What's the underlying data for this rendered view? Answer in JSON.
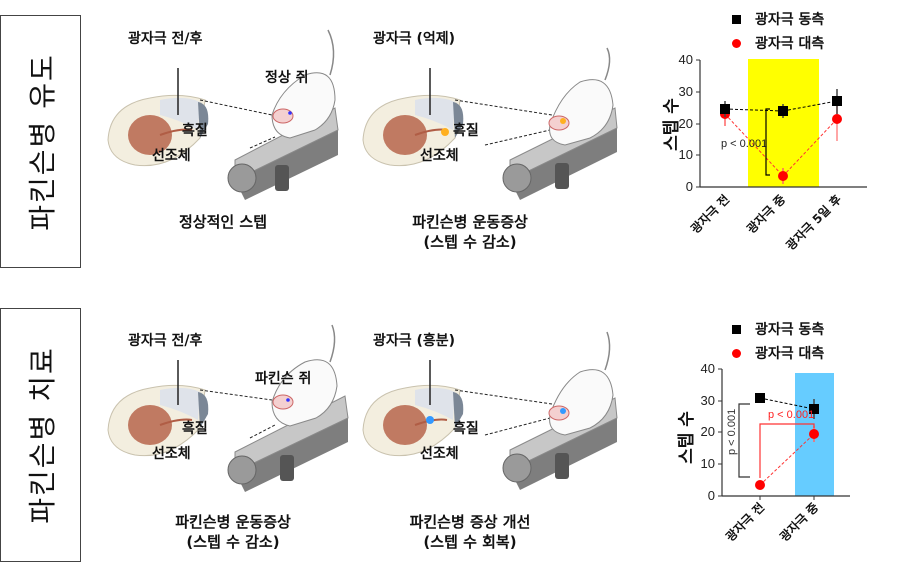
{
  "rows": [
    {
      "label": "파킨슨병 유도",
      "panels": [
        {
          "probe_label": "광자극 전/후",
          "mouse_label": "정상 쥐",
          "region_sn": "흑질",
          "region_str": "선조체",
          "light_color": "none",
          "caption_line1": "정상적인 스텝",
          "caption_line2": ""
        },
        {
          "probe_label": "광자극 (억제)",
          "mouse_label": "",
          "region_sn": "흑질",
          "region_str": "선조체",
          "light_color": "#ffb020",
          "caption_line1": "파킨슨병 운동증상",
          "caption_line2": "(스텝 수 감소)"
        }
      ]
    },
    {
      "label": "파킨슨병 치료",
      "panels": [
        {
          "probe_label": "광자극 전/후",
          "mouse_label": "파킨슨 쥐",
          "region_sn": "흑질",
          "region_str": "선조체",
          "light_color": "none",
          "caption_line1": "파킨슨병 운동증상",
          "caption_line2": "(스텝 수 감소)"
        },
        {
          "probe_label": "광자극 (흥분)",
          "mouse_label": "",
          "region_sn": "흑질",
          "region_str": "선조체",
          "light_color": "#3399ff",
          "caption_line1": "파킨슨병 증상 개선",
          "caption_line2": "(스텝 수 회복)"
        }
      ]
    }
  ],
  "chart_data": [
    {
      "type": "line",
      "title": "",
      "xlabel": "",
      "ylabel": "스텝 수",
      "ylim": [
        0,
        40
      ],
      "yticks": [
        "0",
        "10",
        "20",
        "30",
        "40"
      ],
      "categories": [
        "광자극 전",
        "광자극 중",
        "광자극 5일 후"
      ],
      "highlight": {
        "category": "광자극 중",
        "color": "#ffff00"
      },
      "legend": [
        "광자극 동측",
        "광자극 대측"
      ],
      "legend_position": "top",
      "grid": false,
      "series": [
        {
          "name": "광자극 동측",
          "color": "#000000",
          "marker": "square",
          "values": [
            24.5,
            24,
            27
          ],
          "errors": [
            2.5,
            2,
            4
          ]
        },
        {
          "name": "광자극 대측",
          "color": "#ff0000",
          "marker": "circle",
          "values": [
            23,
            3.5,
            21.5
          ],
          "errors": [
            3.5,
            2.5,
            7
          ]
        }
      ],
      "annotations": [
        {
          "text": "p < 0.001",
          "between": [
            "광자극 동측@광자극 중",
            "광자극 대측@광자극 중"
          ]
        }
      ]
    },
    {
      "type": "line",
      "title": "",
      "xlabel": "",
      "ylabel": "스텝 수",
      "ylim": [
        0,
        40
      ],
      "yticks": [
        "0",
        "10",
        "20",
        "30",
        "40"
      ],
      "categories": [
        "광자극 전",
        "광자극 중"
      ],
      "highlight": {
        "category": "광자극 중",
        "color": "#66ccff"
      },
      "legend": [
        "광자극 동측",
        "광자극 대측"
      ],
      "legend_position": "top",
      "grid": false,
      "series": [
        {
          "name": "광자극 동측",
          "color": "#000000",
          "marker": "square",
          "values": [
            31,
            27.5
          ],
          "errors": [
            1.2,
            3.2
          ]
        },
        {
          "name": "광자극 대측",
          "color": "#ff0000",
          "marker": "circle",
          "values": [
            3.5,
            19.5
          ],
          "errors": [
            0.5,
            2.5
          ]
        }
      ],
      "annotations": [
        {
          "text": "p < 0.001",
          "between": [
            "광자극 동측@광자극 전",
            "광자극 대측@광자극 전"
          ],
          "color": "#333333"
        },
        {
          "text": "p < 0.001",
          "between": [
            "광자극 대측@광자극 전",
            "광자극 대측@광자극 중"
          ],
          "color": "#ff2222"
        }
      ]
    }
  ],
  "colors": {
    "ipsilateral": "#000000",
    "contralateral": "#ff0000",
    "inhibition_band": "#ffff00",
    "excitation_band": "#66ccff"
  }
}
